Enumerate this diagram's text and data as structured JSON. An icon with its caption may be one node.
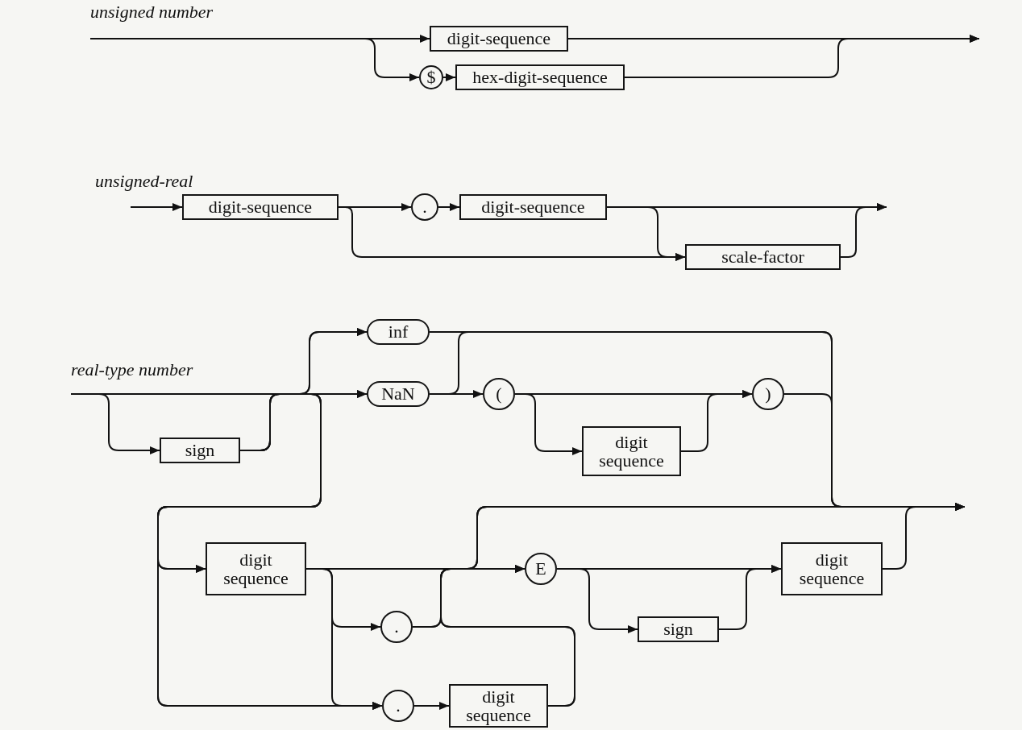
{
  "diagram": {
    "nodes": [
      {
        "text": [
          "digit-sequence"
        ]
      },
      {
        "text": [
          "$"
        ]
      },
      {
        "text": [
          "hex-digit-sequence"
        ]
      },
      {
        "text": [
          "digit-sequence"
        ]
      },
      {
        "text": [
          "."
        ]
      },
      {
        "text": [
          "digit-sequence"
        ]
      },
      {
        "text": [
          "scale-factor"
        ]
      },
      {
        "text": [
          "inf"
        ]
      },
      {
        "text": [
          "NaN"
        ]
      },
      {
        "text": [
          "("
        ]
      },
      {
        "text": [
          ")"
        ]
      },
      {
        "text": [
          "digit sequence"
        ]
      },
      {
        "text": [
          "sign"
        ]
      },
      {
        "text": [
          "digit sequence"
        ]
      },
      {
        "text": [
          "E"
        ]
      },
      {
        "text": [
          "digit sequence"
        ]
      },
      {
        "text": [
          "."
        ]
      },
      {
        "text": [
          "sign"
        ]
      },
      {
        "text": [
          "."
        ]
      },
      {
        "text": [
          "digit sequence"
        ]
      }
    ],
    "edges": [
      {
        "from": null,
        "to": 0,
        "arrow": "to"
      },
      {
        "from": null,
        "to": 1,
        "arrow": "to"
      },
      {
        "from": 1,
        "to": 2,
        "arrow": "to"
      },
      {
        "from": 0,
        "to": null,
        "arrow": "to"
      },
      {
        "from": 2,
        "to": null,
        "arrow": "to"
      },
      {
        "from": null,
        "to": 3,
        "arrow": "to"
      },
      {
        "from": 3,
        "to": 4,
        "arrow": "to"
      },
      {
        "from": 4,
        "to": 5,
        "arrow": "to"
      },
      {
        "from": 3,
        "to": 6,
        "arrow": "to"
      },
      {
        "from": 5,
        "to": 6,
        "arrow": "to"
      },
      {
        "from": 5,
        "to": null,
        "arrow": "to"
      },
      {
        "from": 6,
        "to": null,
        "arrow": "to"
      },
      {
        "from": null,
        "to": 12,
        "arrow": "to"
      },
      {
        "from": null,
        "to": 7,
        "arrow": "to"
      },
      {
        "from": null,
        "to": 8,
        "arrow": "to"
      },
      {
        "from": null,
        "to": 13,
        "arrow": "to"
      },
      {
        "from": null,
        "to": 18,
        "arrow": "to"
      },
      {
        "from": 12,
        "to": 7,
        "arrow": "to"
      },
      {
        "from": 12,
        "to": 8,
        "arrow": "to"
      },
      {
        "from": 12,
        "to": 13,
        "arrow": "to"
      },
      {
        "from": 12,
        "to": 18,
        "arrow": "to"
      },
      {
        "from": 7,
        "to": null,
        "arrow": "to"
      },
      {
        "from": 8,
        "to": null,
        "arrow": "to"
      },
      {
        "from": 8,
        "to": 9,
        "arrow": "to"
      },
      {
        "from": 9,
        "to": 10,
        "arrow": "to"
      },
      {
        "from": 9,
        "to": 11,
        "arrow": "to"
      },
      {
        "from": 11,
        "to": 10,
        "arrow": "to"
      },
      {
        "from": 10,
        "to": null,
        "arrow": "to"
      },
      {
        "from": 13,
        "to": 14,
        "arrow": "to"
      },
      {
        "from": 13,
        "to": null,
        "arrow": "to"
      },
      {
        "from": 13,
        "to": 16,
        "arrow": "to"
      },
      {
        "from": 13,
        "to": 18,
        "arrow": "to"
      },
      {
        "from": 16,
        "to": 14,
        "arrow": "to"
      },
      {
        "from": 16,
        "to": null,
        "arrow": "to"
      },
      {
        "from": 18,
        "to": 19,
        "arrow": "to"
      },
      {
        "from": 19,
        "to": 14,
        "arrow": "to"
      },
      {
        "from": 19,
        "to": null,
        "arrow": "to"
      },
      {
        "from": 14,
        "to": 15,
        "arrow": "to"
      },
      {
        "from": 14,
        "to": 17,
        "arrow": "to"
      },
      {
        "from": 17,
        "to": 15,
        "arrow": "to"
      },
      {
        "from": 15,
        "to": null,
        "arrow": "to"
      }
    ],
    "labels": [
      "unsigned number",
      "unsigned-real",
      "real-type number"
    ]
  }
}
